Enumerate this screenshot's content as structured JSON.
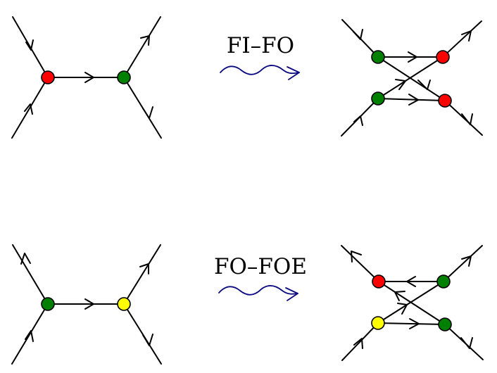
{
  "colors": {
    "red": "#ff0000",
    "green": "#008000",
    "yellow": "#ffff00",
    "line": "#000000",
    "wavy_arrow": "#0a0a80"
  },
  "rules": [
    {
      "label": "FI–FO",
      "left_nodes": [
        "red",
        "green"
      ],
      "right_nodes": [
        "green",
        "red",
        "green",
        "red"
      ]
    },
    {
      "label": "FO–FOE",
      "left_nodes": [
        "green",
        "yellow"
      ],
      "right_nodes": [
        "red",
        "green",
        "yellow",
        "green"
      ]
    }
  ]
}
